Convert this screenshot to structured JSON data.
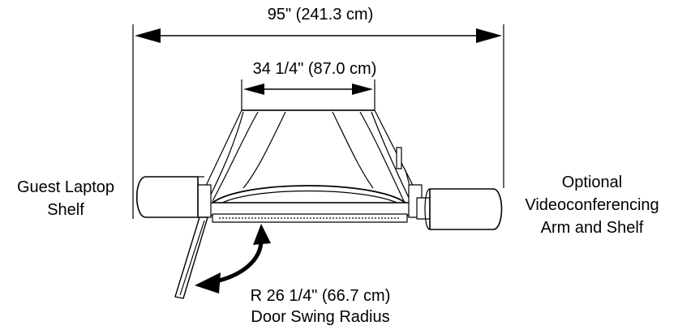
{
  "dimensions": {
    "overall_width": "95\" (241.3 cm)",
    "top_width": "34 1/4\" (87.0 cm)",
    "door_swing_radius": "R 26 1/4\" (66.7 cm)",
    "door_swing_caption": "Door Swing Radius"
  },
  "callouts": {
    "left_shelf": [
      "Guest Laptop",
      "Shelf"
    ],
    "right_arm": [
      "Optional",
      "Videoconferencing",
      "Arm and Shelf"
    ]
  }
}
